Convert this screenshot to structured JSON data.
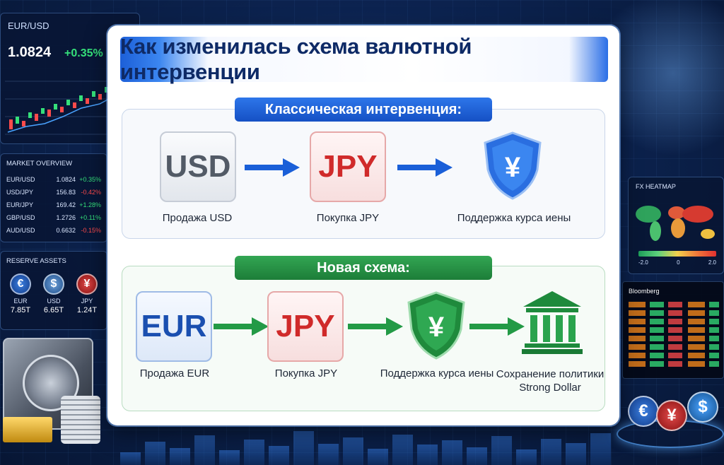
{
  "ticker": {
    "pair": "EUR/USD",
    "price": "1.0824",
    "change": "+0.35%"
  },
  "market_overview": {
    "title": "MARKET OVERVIEW",
    "rows": [
      {
        "pair": "EUR/USD",
        "price": "1.0824",
        "change": "+0.35%",
        "dir": "pos"
      },
      {
        "pair": "USD/JPY",
        "price": "156.83",
        "change": "-0.42%",
        "dir": "neg"
      },
      {
        "pair": "EUR/JPY",
        "price": "169.42",
        "change": "+1.28%",
        "dir": "pos"
      },
      {
        "pair": "GBP/USD",
        "price": "1.2726",
        "change": "+0.11%",
        "dir": "pos"
      },
      {
        "pair": "AUD/USD",
        "price": "0.6632",
        "change": "-0.15%",
        "dir": "neg"
      }
    ]
  },
  "reserve_assets": {
    "title": "RESERVE ASSETS",
    "items": [
      {
        "symbol": "€",
        "code": "EUR",
        "value": "7.85T"
      },
      {
        "symbol": "$",
        "code": "USD",
        "value": "6.65T"
      },
      {
        "symbol": "¥",
        "code": "JPY",
        "value": "1.24T"
      }
    ]
  },
  "heatmap": {
    "title": "FX HEATMAP",
    "scale_labels": [
      "-2.0",
      "0",
      "2.0"
    ]
  },
  "bloomberg": {
    "title": "Bloomberg"
  },
  "decor_coins": {
    "eur": "€",
    "jpy": "¥",
    "usd": "$"
  },
  "main": {
    "title": "Как изменилась схема валютной интервенции",
    "classic": {
      "heading": "Классическая интервенция:",
      "tile_usd": "USD",
      "tile_jpy": "JPY",
      "shield_symbol": "¥",
      "captions": {
        "usd": "Продажа USD",
        "jpy": "Покупка JPY",
        "support": "Поддержка курса иены"
      }
    },
    "new": {
      "heading": "Новая схема:",
      "tile_eur": "EUR",
      "tile_jpy": "JPY",
      "shield_symbol": "¥",
      "captions": {
        "eur": "Продажа EUR",
        "jpy": "Покупка JPY",
        "support": "Поддержка курса иены",
        "policy_line1": "Сохранение политики",
        "policy_line2": "Strong Dollar"
      }
    }
  },
  "colors": {
    "classic_accent": "#1550c4",
    "new_accent": "#1c7d38",
    "jpy_red": "#d02a2a",
    "title_navy": "#0e2a66"
  }
}
